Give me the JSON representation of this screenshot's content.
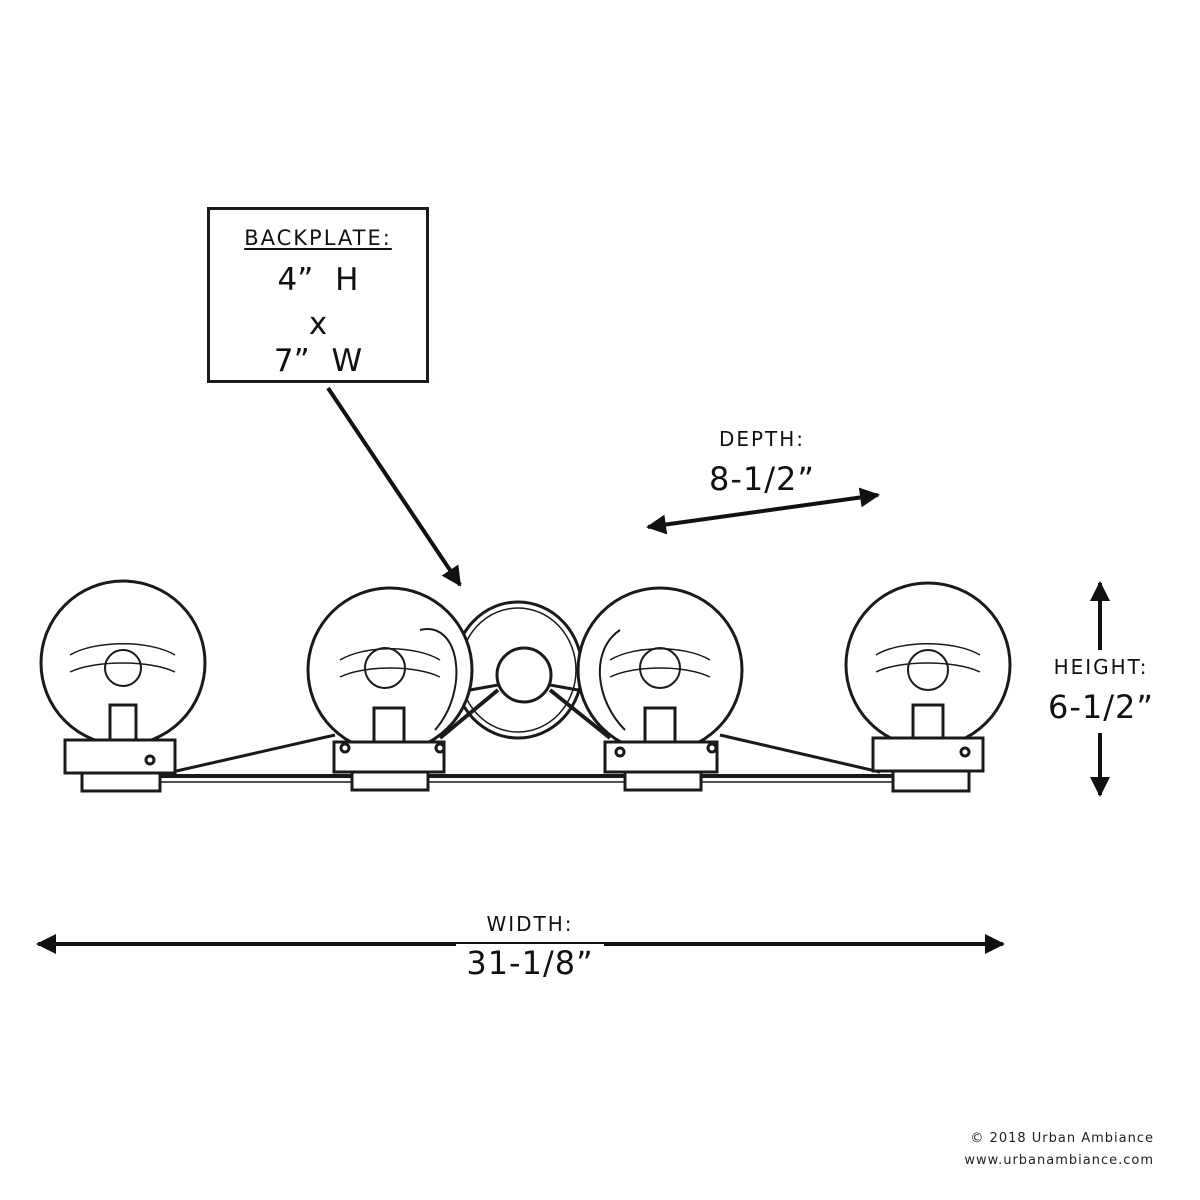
{
  "backplate": {
    "title": "BACKPLATE:",
    "height_line": "4” H",
    "times": "x",
    "width_line": "7” W"
  },
  "depth": {
    "label": "DEPTH:",
    "value": "8-1/2”"
  },
  "height": {
    "label": "HEIGHT:",
    "value": "6-1/2”"
  },
  "width": {
    "label": "WIDTH:",
    "value": "31-1/8”"
  },
  "footer": {
    "copyright": "© 2018 Urban Ambiance",
    "website": "www.urbanambiance.com"
  },
  "colors": {
    "ink": "#111111",
    "box_border": "#1f1a14",
    "background": "#ffffff"
  }
}
